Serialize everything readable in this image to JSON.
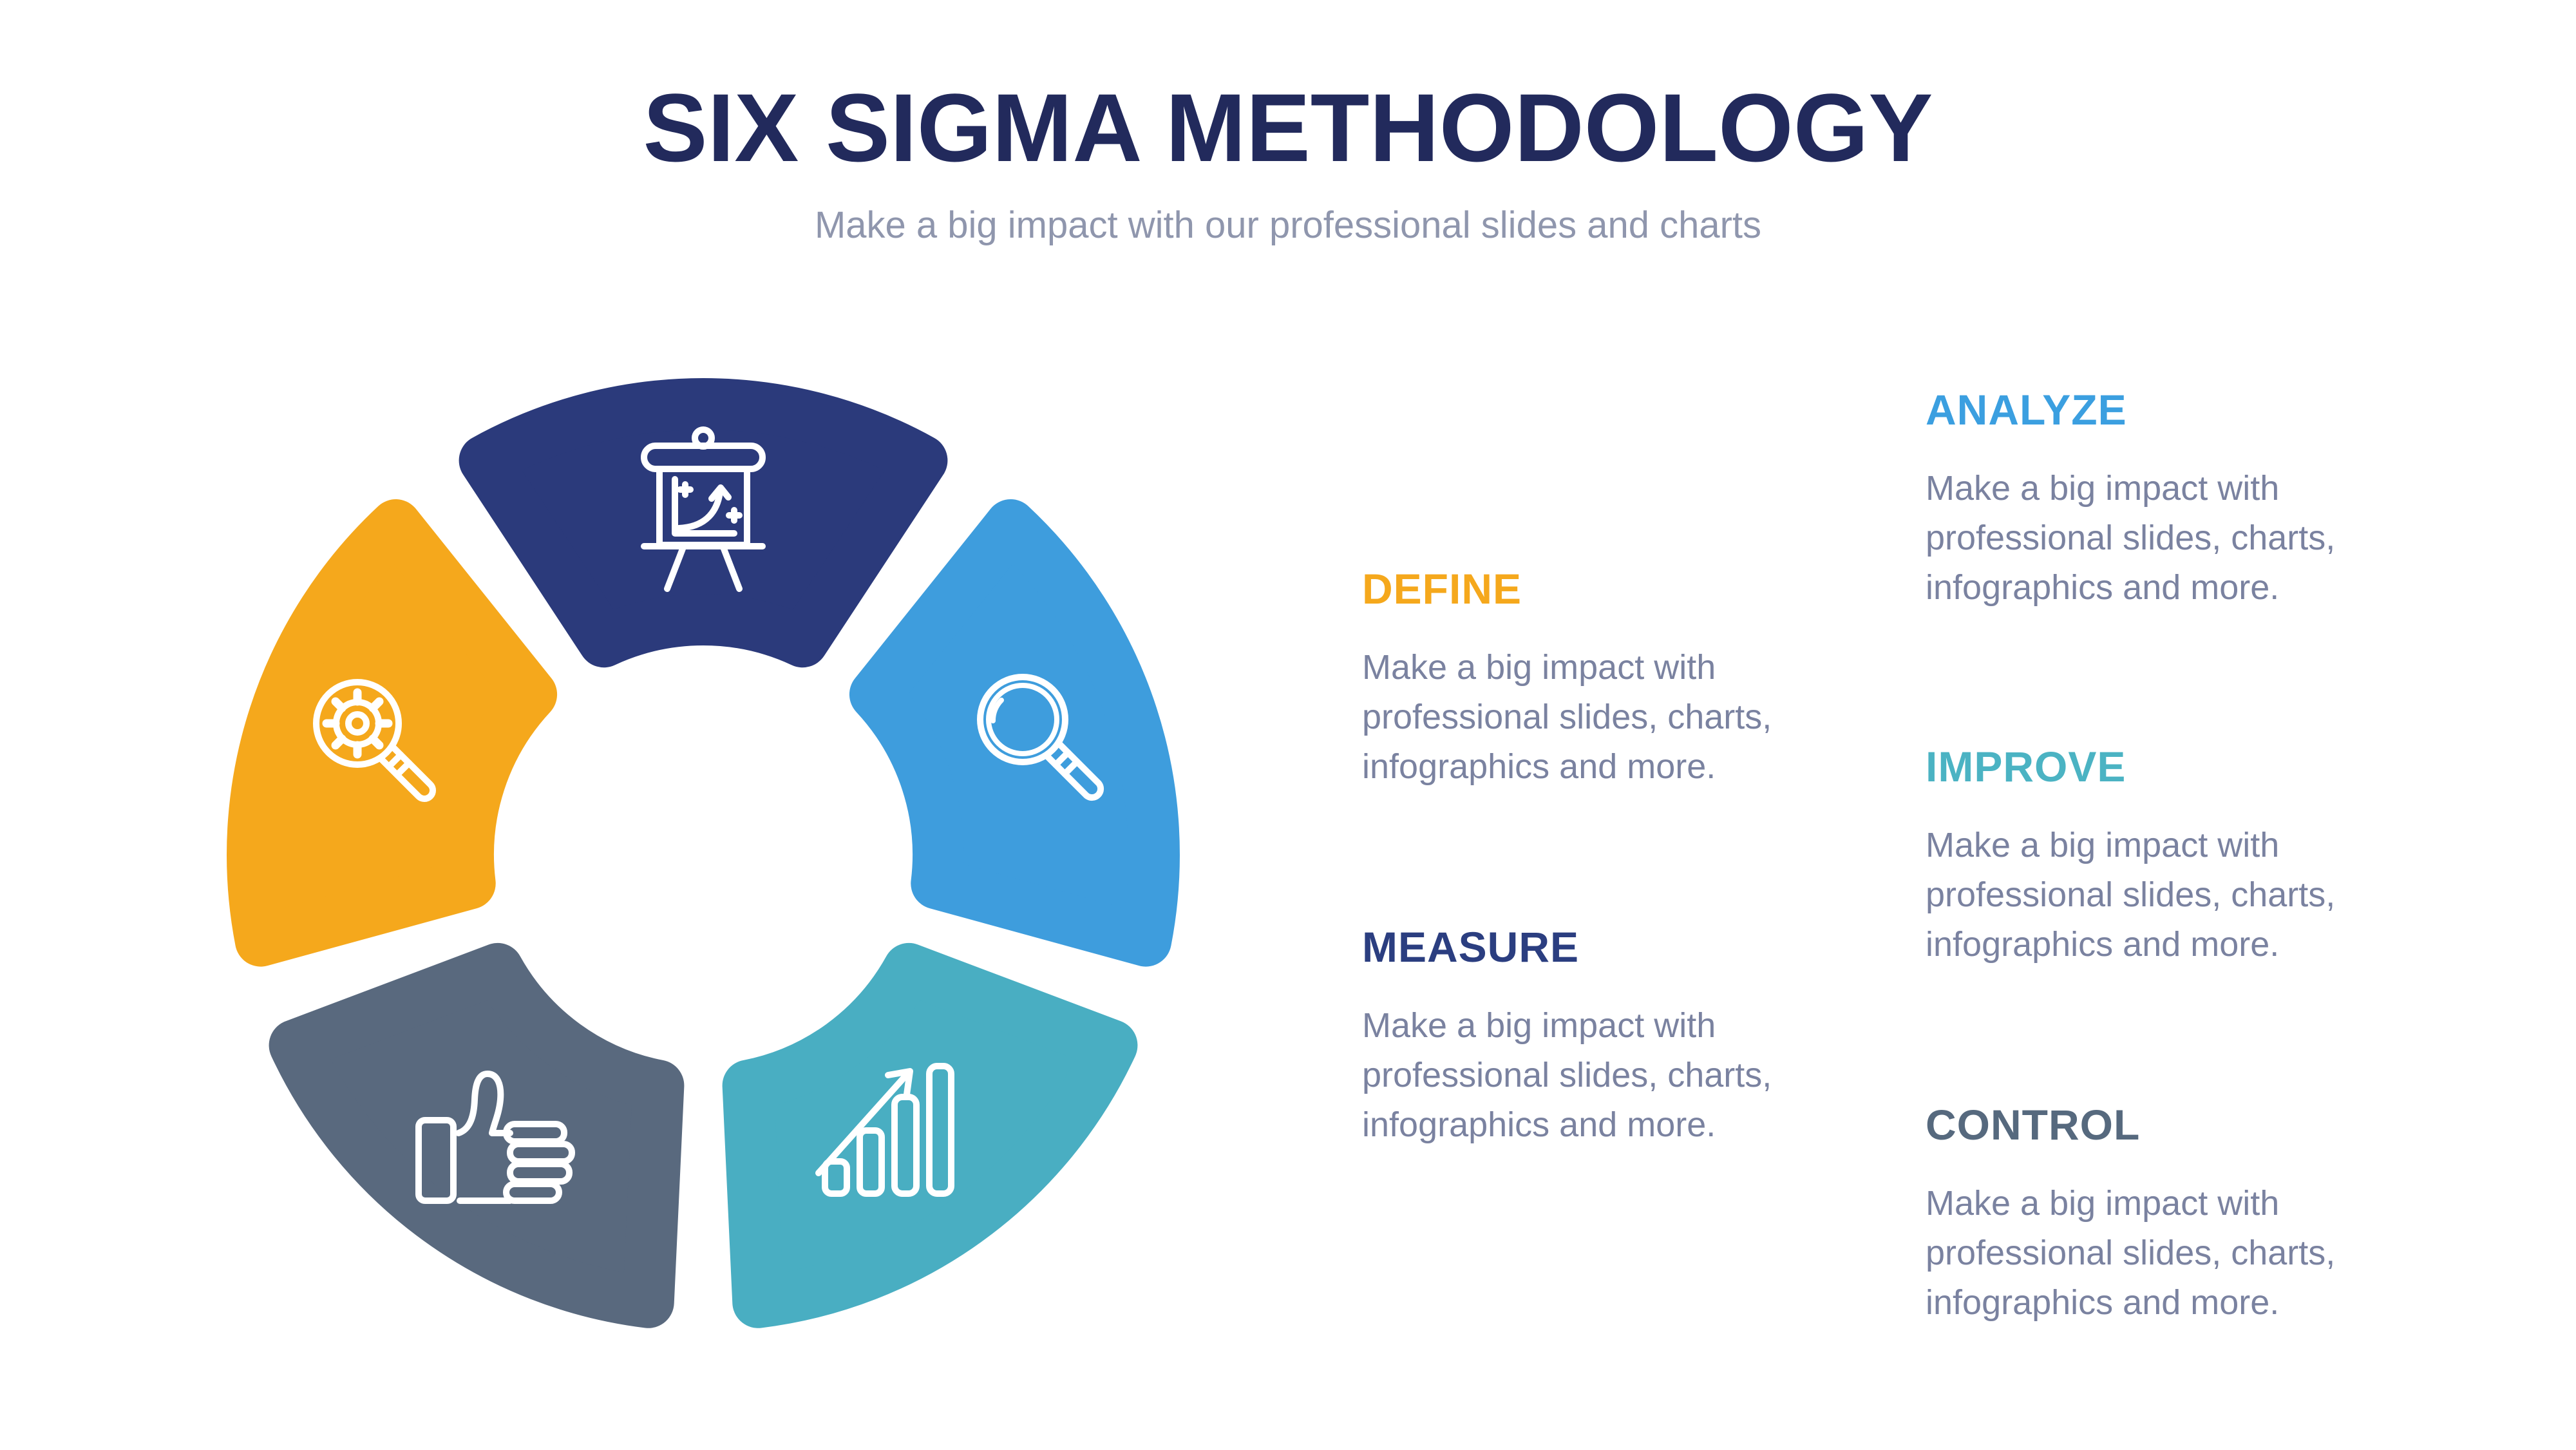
{
  "header": {
    "title": "SIX SIGMA METHODOLOGY",
    "subtitle": "Make a big impact with our professional slides and charts"
  },
  "colors": {
    "title_text": "#222A5C",
    "subtitle_text": "#8F96AD",
    "body_text": "#7A82A0",
    "navy": "#2B3A7B",
    "blue": "#3E9DDD",
    "teal": "#49AEC2",
    "gray": "#59697E",
    "orange": "#F5A81C"
  },
  "sections": [
    {
      "id": "define",
      "label": "DEFINE",
      "color": "#F5A81C",
      "lines": [
        "Make a big impact with",
        "professional slides, charts,",
        "infographics and more."
      ]
    },
    {
      "id": "measure",
      "label": "MEASURE",
      "color": "#2B3E80",
      "lines": [
        "Make a big impact with",
        "professional slides, charts,",
        "infographics and more."
      ]
    },
    {
      "id": "analyze",
      "label": "ANALYZE",
      "color": "#3B9FE0",
      "lines": [
        "Make a big impact with",
        "professional slides, charts,",
        "infographics and more."
      ]
    },
    {
      "id": "improve",
      "label": "IMPROVE",
      "color": "#4BB3C3",
      "lines": [
        "Make a big impact with",
        "professional slides, charts,",
        "infographics and more."
      ]
    },
    {
      "id": "control",
      "label": "CONTROL",
      "color": "#56697E",
      "lines": [
        "Make a big impact with",
        "professional slides, charts,",
        "infographics and more."
      ]
    }
  ],
  "diagram": {
    "petals": [
      {
        "step": "MEASURE",
        "color": "#2B3A7B",
        "icon": "presentation-growth-board-icon"
      },
      {
        "step": "ANALYZE",
        "color": "#3E9DDD",
        "icon": "magnifier-icon"
      },
      {
        "step": "IMPROVE",
        "color": "#49AEC2",
        "icon": "growth-bars-arrow-icon"
      },
      {
        "step": "CONTROL",
        "color": "#59697E",
        "icon": "thumbs-up-icon"
      },
      {
        "step": "DEFINE",
        "color": "#F5A81C",
        "icon": "gear-magnifier-icon"
      }
    ]
  }
}
